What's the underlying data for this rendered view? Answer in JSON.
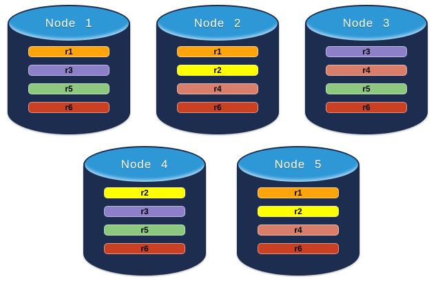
{
  "diagram": {
    "background_color": "#FFFFFF",
    "cylinder_body_color": "#1D2D4F",
    "cylinder_top_color": "#2E97D5",
    "title_text_color": "#FFFFFF",
    "bar_text_color": "#000000",
    "replica_colors": {
      "r1": "#FFA40B",
      "r2": "#FFFF00",
      "r3": "#8D80C8",
      "r4": "#D97E6B",
      "r5": "#8CC87E",
      "r6": "#C94023"
    },
    "nodes": [
      {
        "title": "Node 1",
        "replicas": [
          "r1",
          "r3",
          "r5",
          "r6"
        ]
      },
      {
        "title": "Node 2",
        "replicas": [
          "r1",
          "r2",
          "r4",
          "r6"
        ]
      },
      {
        "title": "Node 3",
        "replicas": [
          "r3",
          "r4",
          "r5",
          "r6"
        ]
      },
      {
        "title": "Node 4",
        "replicas": [
          "r2",
          "r3",
          "r5",
          "r6"
        ]
      },
      {
        "title": "Node 5",
        "replicas": [
          "r1",
          "r2",
          "r4",
          "r6"
        ]
      }
    ]
  }
}
